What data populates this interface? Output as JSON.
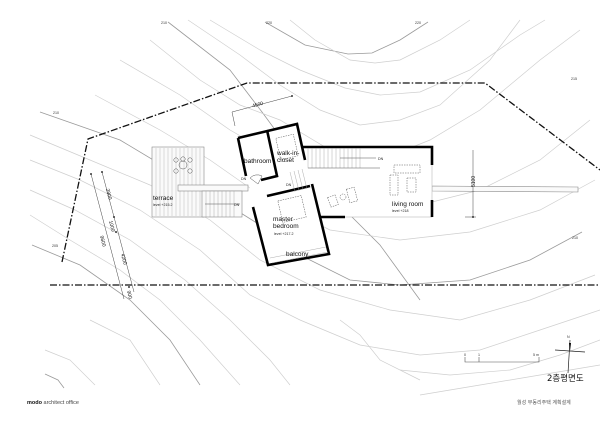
{
  "plan": {
    "title": "2층평면도",
    "rooms": {
      "terrace": {
        "name": "terrace",
        "level": "level +215.2"
      },
      "bathroom": {
        "name": "bathroom"
      },
      "closet": {
        "name_line1": "walk-in-",
        "name_line2": "closet"
      },
      "master_bedroom": {
        "name_line1": "master",
        "name_line2": "bedroom",
        "level": "level +217.2"
      },
      "living_room": {
        "name": "living room",
        "level": "level +218"
      },
      "balcony": {
        "name": "balcony"
      }
    },
    "stair_marks": [
      "DN",
      "DN",
      "DN",
      "DN"
    ],
    "dimensions": [
      "4500",
      "5100",
      "2900",
      "1000",
      "9600",
      "4200",
      "900"
    ],
    "contour_labels": [
      "210",
      "220",
      "220",
      "215",
      "210",
      "205",
      "210"
    ],
    "scale_bar": {
      "ticks": [
        "0",
        "1",
        "5 m"
      ]
    },
    "north_label": "N"
  },
  "footer": {
    "office_brand": "modo",
    "office_rest": " architect office",
    "project": "월성 부동리주택 계획설계"
  }
}
